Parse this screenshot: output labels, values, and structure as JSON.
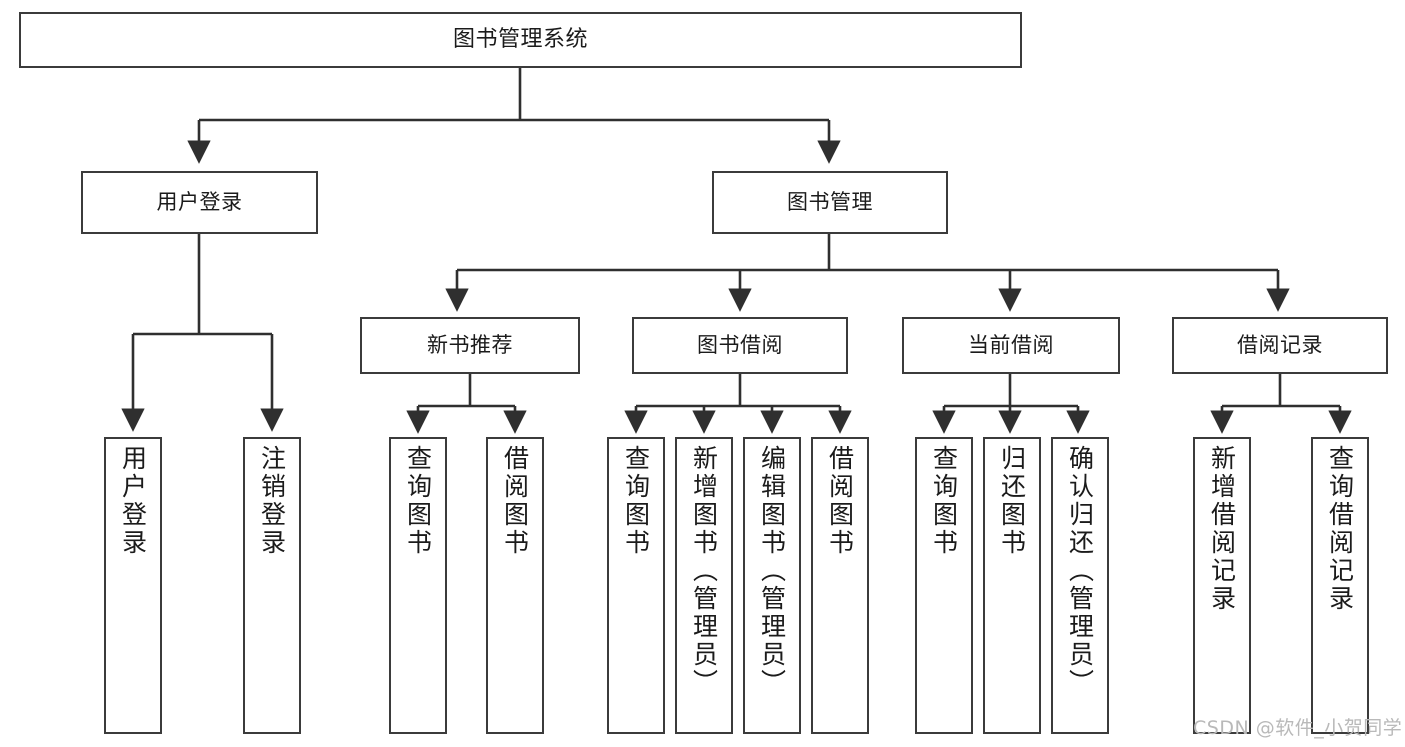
{
  "diagram": {
    "title": "图书管理系统",
    "type": "hierarchy-tree",
    "levels": 4,
    "colors": {
      "background": "#ffffff",
      "node_fill": "#ffffff",
      "node_border": "#3b3b3b",
      "connector": "#2f2f2f",
      "text": "#1b1b1b",
      "watermark": "#b9b9b9"
    }
  },
  "root": {
    "label": "图书管理系统"
  },
  "level1": [
    {
      "label": "用户登录"
    },
    {
      "label": "图书管理"
    }
  ],
  "level2": [
    {
      "label": "新书推荐"
    },
    {
      "label": "图书借阅"
    },
    {
      "label": "当前借阅"
    },
    {
      "label": "借阅记录"
    }
  ],
  "leaves": {
    "user_login": [
      {
        "label": "用户登录"
      },
      {
        "label": "注销登录"
      }
    ],
    "new_book_recommend": [
      {
        "label": "查询图书"
      },
      {
        "label": "借阅图书"
      }
    ],
    "book_borrow": [
      {
        "label": "查询图书"
      },
      {
        "label": "新增图书（管理员）"
      },
      {
        "label": "编辑图书（管理员）"
      },
      {
        "label": "借阅图书"
      }
    ],
    "current_borrow": [
      {
        "label": "查询图书"
      },
      {
        "label": "归还图书"
      },
      {
        "label": "确认归还（管理员）"
      }
    ],
    "borrow_record": [
      {
        "label": "新增借阅记录"
      },
      {
        "label": "查询借阅记录"
      }
    ]
  },
  "watermark": {
    "text": "CSDN @软件_小贺同学"
  }
}
